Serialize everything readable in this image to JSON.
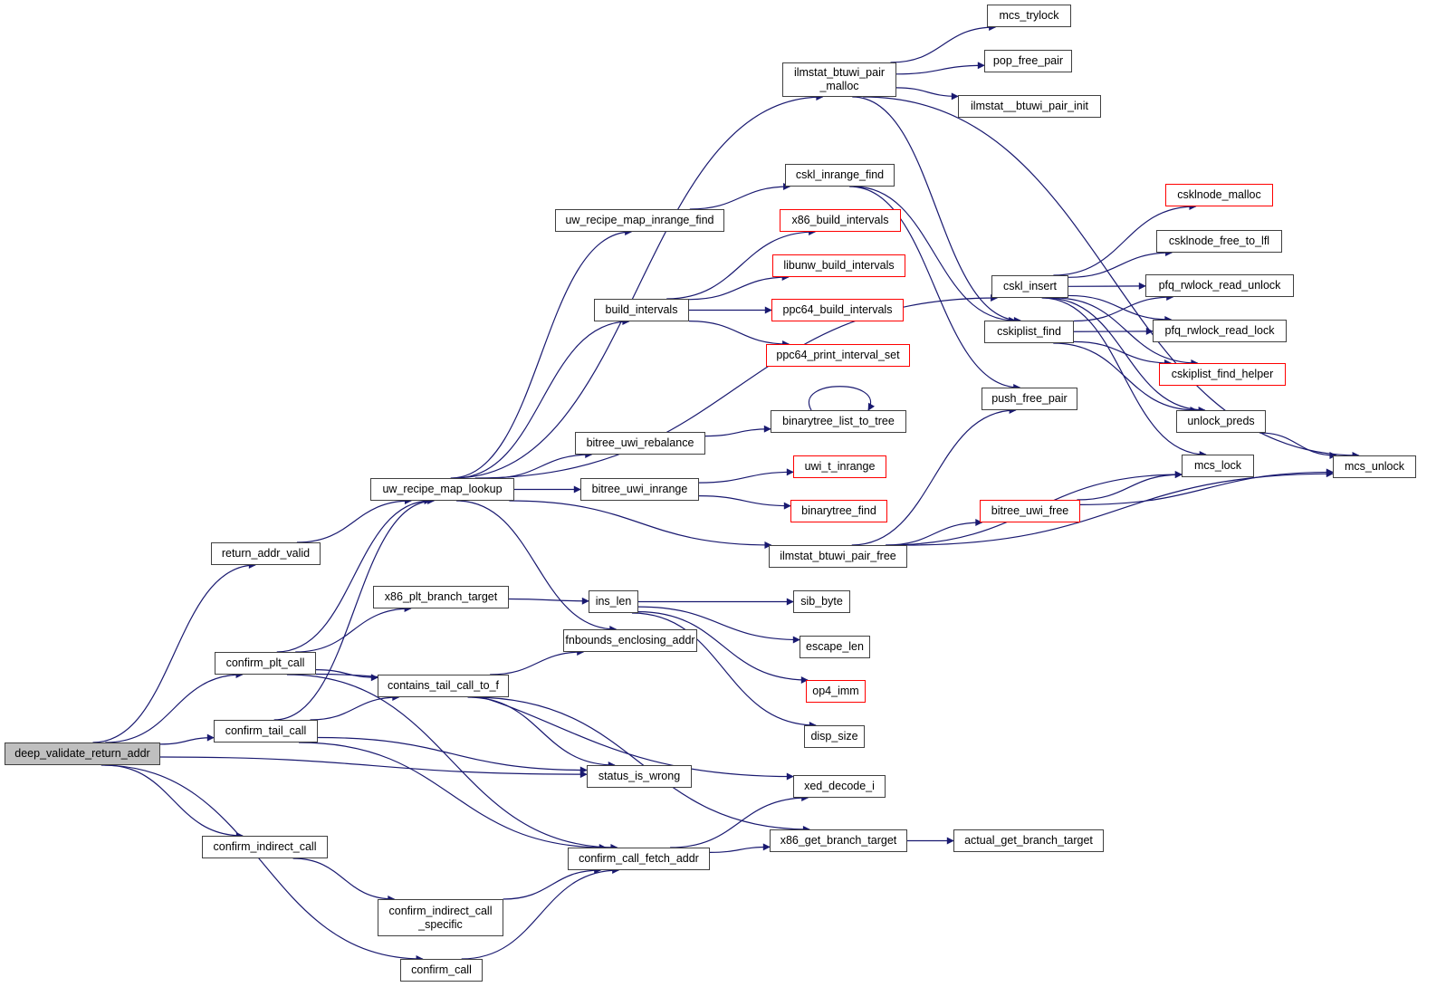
{
  "diagram": {
    "type": "call-graph",
    "root": "deep_validate_return_addr",
    "edge_color": "#191970",
    "nodes": [
      {
        "id": "deep_validate_return_addr",
        "label": "deep_validate_return_addr",
        "style": "root"
      },
      {
        "id": "return_addr_valid",
        "label": "return_addr_valid",
        "style": "normal"
      },
      {
        "id": "confirm_plt_call",
        "label": "confirm_plt_call",
        "style": "normal"
      },
      {
        "id": "confirm_tail_call",
        "label": "confirm_tail_call",
        "style": "normal"
      },
      {
        "id": "confirm_indirect_call",
        "label": "confirm_indirect_call",
        "style": "normal"
      },
      {
        "id": "confirm_indirect_call_specific",
        "label": "confirm_indirect_call\n_specific",
        "style": "normal"
      },
      {
        "id": "confirm_call",
        "label": "confirm_call",
        "style": "normal"
      },
      {
        "id": "uw_recipe_map_lookup",
        "label": "uw_recipe_map_lookup",
        "style": "normal"
      },
      {
        "id": "x86_plt_branch_target",
        "label": "x86_plt_branch_target",
        "style": "normal"
      },
      {
        "id": "contains_tail_call_to_f",
        "label": "contains_tail_call_to_f",
        "style": "normal"
      },
      {
        "id": "ilmstat_btuwi_pair_malloc",
        "label": "ilmstat_btuwi_pair\n_malloc",
        "style": "normal"
      },
      {
        "id": "uw_recipe_map_inrange_find",
        "label": "uw_recipe_map_inrange_find",
        "style": "normal"
      },
      {
        "id": "build_intervals",
        "label": "build_intervals",
        "style": "normal"
      },
      {
        "id": "bitree_uwi_rebalance",
        "label": "bitree_uwi_rebalance",
        "style": "normal"
      },
      {
        "id": "bitree_uwi_inrange",
        "label": "bitree_uwi_inrange",
        "style": "normal"
      },
      {
        "id": "ins_len",
        "label": "ins_len",
        "style": "normal"
      },
      {
        "id": "fnbounds_enclosing_addr",
        "label": "fnbounds_enclosing_addr",
        "style": "normal"
      },
      {
        "id": "status_is_wrong",
        "label": "status_is_wrong",
        "style": "normal"
      },
      {
        "id": "confirm_call_fetch_addr",
        "label": "confirm_call_fetch_addr",
        "style": "normal"
      },
      {
        "id": "cskl_inrange_find",
        "label": "cskl_inrange_find",
        "style": "normal"
      },
      {
        "id": "x86_build_intervals",
        "label": "x86_build_intervals",
        "style": "truncated"
      },
      {
        "id": "libunw_build_intervals",
        "label": "libunw_build_intervals",
        "style": "truncated"
      },
      {
        "id": "ppc64_build_intervals",
        "label": "ppc64_build_intervals",
        "style": "truncated"
      },
      {
        "id": "ppc64_print_interval_set",
        "label": "ppc64_print_interval_set",
        "style": "truncated"
      },
      {
        "id": "binarytree_list_to_tree",
        "label": "binarytree_list_to_tree",
        "style": "normal"
      },
      {
        "id": "uwi_t_inrange",
        "label": "uwi_t_inrange",
        "style": "truncated"
      },
      {
        "id": "binarytree_find",
        "label": "binarytree_find",
        "style": "truncated"
      },
      {
        "id": "ilmstat_btuwi_pair_free",
        "label": "ilmstat_btuwi_pair_free",
        "style": "normal"
      },
      {
        "id": "sib_byte",
        "label": "sib_byte",
        "style": "normal"
      },
      {
        "id": "escape_len",
        "label": "escape_len",
        "style": "normal"
      },
      {
        "id": "op4_imm",
        "label": "op4_imm",
        "style": "truncated"
      },
      {
        "id": "disp_size",
        "label": "disp_size",
        "style": "normal"
      },
      {
        "id": "xed_decode_i",
        "label": "xed_decode_i",
        "style": "normal"
      },
      {
        "id": "x86_get_branch_target",
        "label": "x86_get_branch_target",
        "style": "normal"
      },
      {
        "id": "mcs_trylock",
        "label": "mcs_trylock",
        "style": "normal"
      },
      {
        "id": "pop_free_pair",
        "label": "pop_free_pair",
        "style": "normal"
      },
      {
        "id": "ilmstat__btuwi_pair_init",
        "label": "ilmstat__btuwi_pair_init",
        "style": "normal"
      },
      {
        "id": "cskl_insert",
        "label": "cskl_insert",
        "style": "normal"
      },
      {
        "id": "cskiplist_find",
        "label": "cskiplist_find",
        "style": "normal"
      },
      {
        "id": "push_free_pair",
        "label": "push_free_pair",
        "style": "normal"
      },
      {
        "id": "bitree_uwi_free",
        "label": "bitree_uwi_free",
        "style": "truncated"
      },
      {
        "id": "actual_get_branch_target",
        "label": "actual_get_branch_target",
        "style": "normal"
      },
      {
        "id": "csklnode_malloc",
        "label": "csklnode_malloc",
        "style": "truncated"
      },
      {
        "id": "csklnode_free_to_lfl",
        "label": "csklnode_free_to_lfl",
        "style": "normal"
      },
      {
        "id": "pfq_rwlock_read_unlock",
        "label": "pfq_rwlock_read_unlock",
        "style": "normal"
      },
      {
        "id": "pfq_rwlock_read_lock",
        "label": "pfq_rwlock_read_lock",
        "style": "normal"
      },
      {
        "id": "cskiplist_find_helper",
        "label": "cskiplist_find_helper",
        "style": "truncated"
      },
      {
        "id": "unlock_preds",
        "label": "unlock_preds",
        "style": "normal"
      },
      {
        "id": "mcs_lock",
        "label": "mcs_lock",
        "style": "normal"
      },
      {
        "id": "mcs_unlock",
        "label": "mcs_unlock",
        "style": "normal"
      }
    ],
    "edges": [
      [
        "deep_validate_return_addr",
        "return_addr_valid"
      ],
      [
        "deep_validate_return_addr",
        "confirm_plt_call"
      ],
      [
        "deep_validate_return_addr",
        "confirm_tail_call"
      ],
      [
        "deep_validate_return_addr",
        "status_is_wrong"
      ],
      [
        "deep_validate_return_addr",
        "confirm_indirect_call"
      ],
      [
        "deep_validate_return_addr",
        "confirm_call"
      ],
      [
        "return_addr_valid",
        "uw_recipe_map_lookup"
      ],
      [
        "confirm_plt_call",
        "uw_recipe_map_lookup"
      ],
      [
        "confirm_plt_call",
        "x86_plt_branch_target"
      ],
      [
        "confirm_plt_call",
        "contains_tail_call_to_f"
      ],
      [
        "confirm_plt_call",
        "xed_decode_i"
      ],
      [
        "confirm_plt_call",
        "confirm_call_fetch_addr"
      ],
      [
        "confirm_tail_call",
        "uw_recipe_map_lookup"
      ],
      [
        "confirm_tail_call",
        "contains_tail_call_to_f"
      ],
      [
        "confirm_tail_call",
        "status_is_wrong"
      ],
      [
        "confirm_tail_call",
        "confirm_call_fetch_addr"
      ],
      [
        "confirm_indirect_call",
        "confirm_indirect_call_specific"
      ],
      [
        "confirm_indirect_call_specific",
        "confirm_call_fetch_addr"
      ],
      [
        "confirm_call",
        "confirm_call_fetch_addr"
      ],
      [
        "uw_recipe_map_lookup",
        "ilmstat_btuwi_pair_malloc"
      ],
      [
        "uw_recipe_map_lookup",
        "cskl_insert"
      ],
      [
        "uw_recipe_map_lookup",
        "uw_recipe_map_inrange_find"
      ],
      [
        "uw_recipe_map_lookup",
        "build_intervals"
      ],
      [
        "uw_recipe_map_lookup",
        "bitree_uwi_rebalance"
      ],
      [
        "uw_recipe_map_lookup",
        "bitree_uwi_inrange"
      ],
      [
        "uw_recipe_map_lookup",
        "ilmstat_btuwi_pair_free"
      ],
      [
        "uw_recipe_map_lookup",
        "fnbounds_enclosing_addr"
      ],
      [
        "uw_recipe_map_inrange_find",
        "cskl_inrange_find"
      ],
      [
        "cskl_inrange_find",
        "cskiplist_find"
      ],
      [
        "build_intervals",
        "x86_build_intervals"
      ],
      [
        "build_intervals",
        "libunw_build_intervals"
      ],
      [
        "build_intervals",
        "ppc64_build_intervals"
      ],
      [
        "build_intervals",
        "ppc64_print_interval_set"
      ],
      [
        "bitree_uwi_rebalance",
        "binarytree_list_to_tree"
      ],
      [
        "binarytree_list_to_tree",
        "binarytree_list_to_tree"
      ],
      [
        "bitree_uwi_inrange",
        "uwi_t_inrange"
      ],
      [
        "bitree_uwi_inrange",
        "binarytree_find"
      ],
      [
        "x86_plt_branch_target",
        "ins_len"
      ],
      [
        "contains_tail_call_to_f",
        "fnbounds_enclosing_addr"
      ],
      [
        "contains_tail_call_to_f",
        "status_is_wrong"
      ],
      [
        "contains_tail_call_to_f",
        "x86_get_branch_target"
      ],
      [
        "ins_len",
        "sib_byte"
      ],
      [
        "ins_len",
        "escape_len"
      ],
      [
        "ins_len",
        "op4_imm"
      ],
      [
        "ins_len",
        "disp_size"
      ],
      [
        "confirm_call_fetch_addr",
        "xed_decode_i"
      ],
      [
        "confirm_call_fetch_addr",
        "x86_get_branch_target"
      ],
      [
        "x86_get_branch_target",
        "actual_get_branch_target"
      ],
      [
        "ilmstat_btuwi_pair_malloc",
        "mcs_trylock"
      ],
      [
        "ilmstat_btuwi_pair_malloc",
        "pop_free_pair"
      ],
      [
        "ilmstat_btuwi_pair_malloc",
        "ilmstat__btuwi_pair_init"
      ],
      [
        "ilmstat_btuwi_pair_malloc",
        "mcs_unlock"
      ],
      [
        "ilmstat_btuwi_pair_malloc",
        "cskiplist_find"
      ],
      [
        "ilmstat_btuwi_pair_free",
        "push_free_pair"
      ],
      [
        "ilmstat_btuwi_pair_free",
        "mcs_lock"
      ],
      [
        "ilmstat_btuwi_pair_free",
        "bitree_uwi_free"
      ],
      [
        "ilmstat_btuwi_pair_free",
        "mcs_unlock"
      ],
      [
        "bitree_uwi_free",
        "mcs_lock"
      ],
      [
        "bitree_uwi_free",
        "mcs_unlock"
      ],
      [
        "cskl_inrange_find",
        "push_free_pair"
      ],
      [
        "cskl_insert",
        "csklnode_malloc"
      ],
      [
        "cskl_insert",
        "csklnode_free_to_lfl"
      ],
      [
        "cskl_insert",
        "pfq_rwlock_read_unlock"
      ],
      [
        "cskl_insert",
        "pfq_rwlock_read_lock"
      ],
      [
        "cskl_insert",
        "cskiplist_find_helper"
      ],
      [
        "cskl_insert",
        "unlock_preds"
      ],
      [
        "cskl_insert",
        "mcs_lock"
      ],
      [
        "cskiplist_find",
        "pfq_rwlock_read_unlock"
      ],
      [
        "cskiplist_find",
        "pfq_rwlock_read_lock"
      ],
      [
        "cskiplist_find",
        "cskiplist_find_helper"
      ],
      [
        "cskiplist_find",
        "unlock_preds"
      ],
      [
        "unlock_preds",
        "mcs_unlock"
      ]
    ]
  }
}
